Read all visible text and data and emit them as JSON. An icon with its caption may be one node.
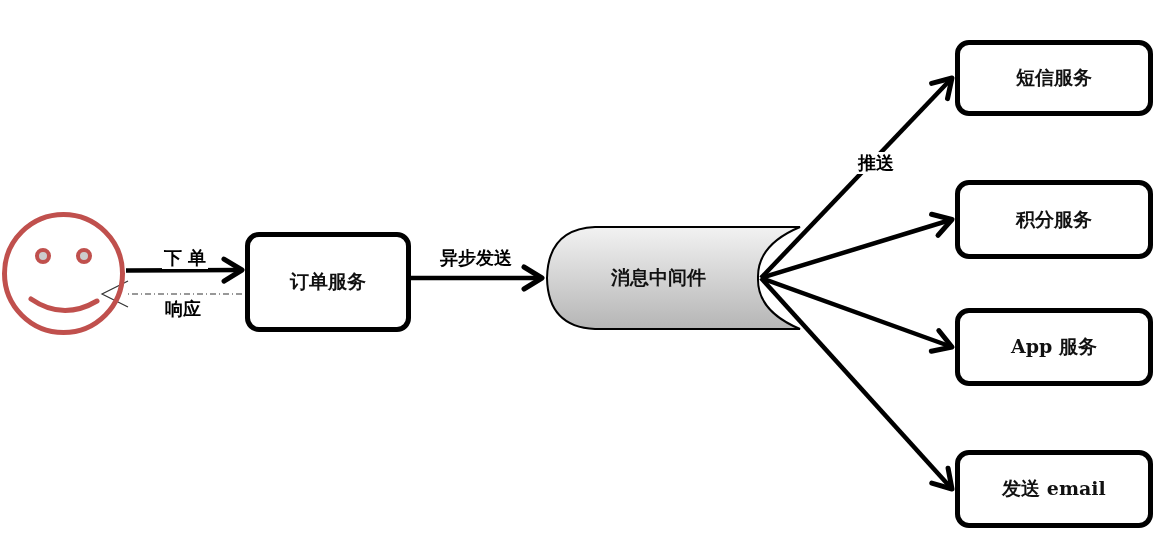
{
  "diagram": {
    "nodes": [
      {
        "text": [],
        "shape": "person"
      },
      {
        "text": [
          "订单服务"
        ]
      },
      {
        "text": [
          "消息中间件"
        ]
      },
      {
        "text": [
          "短信服务"
        ]
      },
      {
        "text": [
          "积分服务"
        ]
      },
      {
        "text": [
          "App 服务"
        ]
      },
      {
        "text": [
          "发送 email"
        ]
      }
    ],
    "edges": [
      {
        "from": 0,
        "to": 1,
        "arrow": "to",
        "label": "下 单"
      },
      {
        "from": 1,
        "to": 0,
        "arrow": "to",
        "label": "响应",
        "style": "dashed"
      },
      {
        "from": 1,
        "to": 2,
        "arrow": "to",
        "label": "异步发送"
      },
      {
        "from": 2,
        "to": 3,
        "arrow": "to",
        "label": "推送"
      },
      {
        "from": 2,
        "to": 4,
        "arrow": "to"
      },
      {
        "from": 2,
        "to": 5,
        "arrow": "to"
      },
      {
        "from": 2,
        "to": 6,
        "arrow": "to"
      }
    ]
  }
}
